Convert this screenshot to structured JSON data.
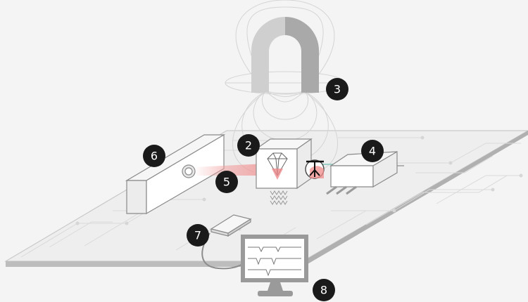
{
  "diagram": {
    "labels": [
      {
        "id": "diamond-sensor",
        "number": "2"
      },
      {
        "id": "magnet",
        "number": "3"
      },
      {
        "id": "detector-module",
        "number": "4"
      },
      {
        "id": "laser-beam",
        "number": "5"
      },
      {
        "id": "laser-source",
        "number": "6"
      },
      {
        "id": "microwave-chip",
        "number": "7"
      },
      {
        "id": "monitor",
        "number": "8"
      }
    ],
    "colors": {
      "background": "#f4f4f4",
      "board": "#eeeeee",
      "board_edge": "#bdbdbd",
      "outline": "#8a8a8a",
      "magnet_light": "#cfcfcf",
      "magnet_dark": "#a9a9a9",
      "laser": "#f2a0a0",
      "badge": "#1a1a1a",
      "badge_text": "#ffffff",
      "monitor": "#9a9a9a",
      "screen": "#ffffff"
    }
  }
}
